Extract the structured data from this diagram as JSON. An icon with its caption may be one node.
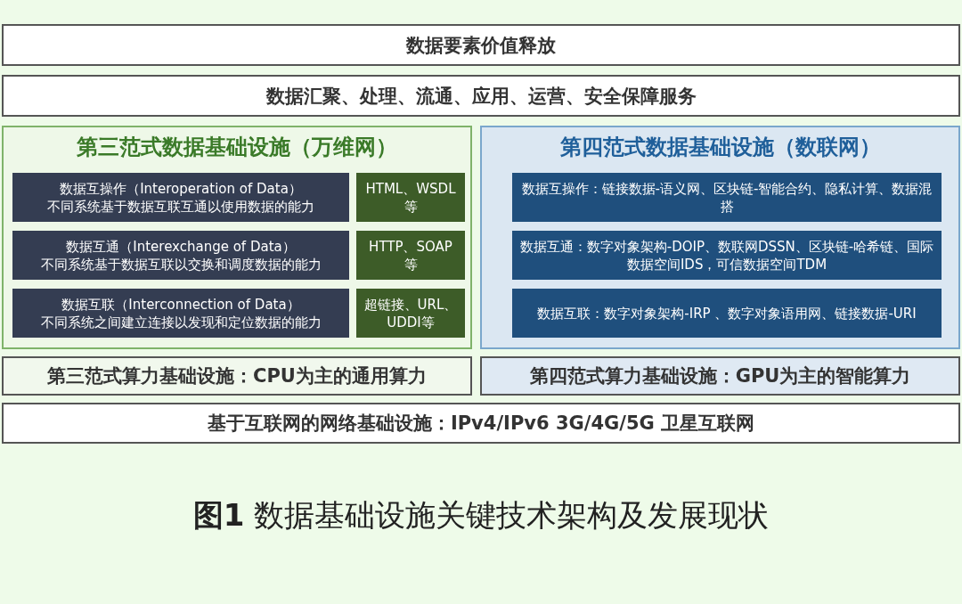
{
  "diagram": {
    "caption": "**图1** 数据基础设施关键技术架构及发展现状",
    "nodes": [
      {
        "text": [
          "数据要素价值释放"
        ]
      },
      {
        "text": [
          "数据汇聚、处理、流通、应用、运营、安全保障服务"
        ]
      },
      {
        "text": [
          "第三范式数据基础设施（万维网）"
        ]
      },
      {
        "text": [
          "数据互操作（Interoperation of Data）",
          "不同系统基于数据互联互通以使用数据的能力"
        ],
        "in": 2
      },
      {
        "text": [
          "HTML、WSDL等"
        ],
        "in": 2
      },
      {
        "text": [
          "数据互通（Interexchange of Data）",
          "不同系统基于数据互联以交换和调度数据的能力"
        ],
        "in": 2
      },
      {
        "text": [
          "HTTP、SOAP等"
        ],
        "in": 2
      },
      {
        "text": [
          "数据互联（Interconnection of Data）",
          "不同系统之间建立连接以发现和定位数据的能力"
        ],
        "in": 2
      },
      {
        "text": [
          "超链接、URL、UDDI等"
        ],
        "in": 2
      },
      {
        "text": [
          "第四范式数据基础设施（数联网）"
        ]
      },
      {
        "text": [
          "数据互操作：链接数据-语义网、区块链-智能合约、隐私计算、数据混搭"
        ],
        "in": 9
      },
      {
        "text": [
          "数据互通：数字对象架构-DOIP、数联网DSSN、区块链-哈希链、国际数据空间IDS，可信数据空间TDM"
        ],
        "in": 9
      },
      {
        "text": [
          "数据互联：数字对象架构-IRP 、数字对象语用网、链接数据-URI"
        ],
        "in": 9
      },
      {
        "text": [
          "第三范式算力基础设施：CPU为主的通用算力"
        ]
      },
      {
        "text": [
          "第四范式算力基础设施：GPU为主的智能算力"
        ]
      },
      {
        "text": [
          "基于互联网的网络基础设施：IPv4/IPv6 3G/4G/5G 卫星互联网"
        ]
      }
    ]
  }
}
